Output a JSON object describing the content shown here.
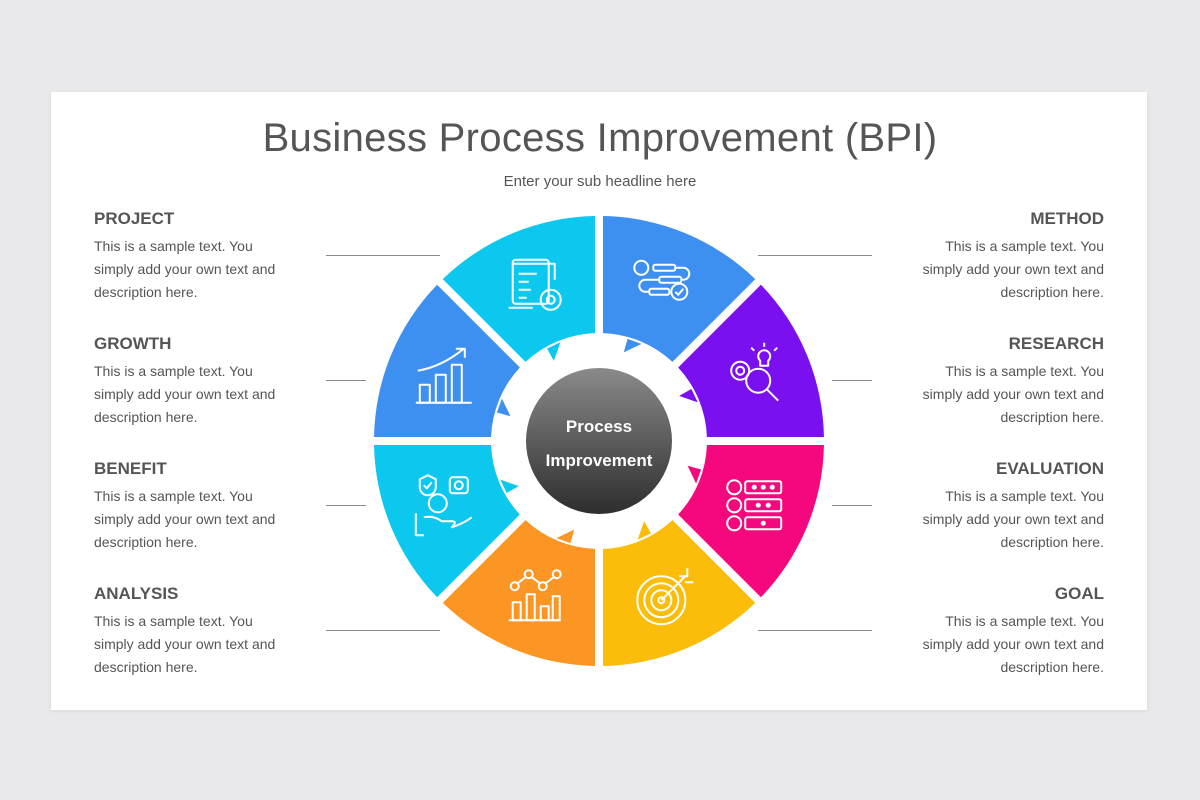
{
  "title": "Business Process Improvement (BPI)",
  "subtitle": "Enter your sub headline here",
  "center": {
    "line1": "Process",
    "line2": "Improvement"
  },
  "left_items": [
    {
      "heading": "PROJECT",
      "body": "This is a sample text. You simply add your own text and description here."
    },
    {
      "heading": "GROWTH",
      "body": "This is a sample text. You simply add your own text and description here."
    },
    {
      "heading": "BENEFIT",
      "body": "This is a sample text. You simply add your own text and description here."
    },
    {
      "heading": "ANALYSIS",
      "body": "This is a sample text. You simply add your own text and description here."
    }
  ],
  "right_items": [
    {
      "heading": "METHOD",
      "body": "This is a sample text. You simply add your own text and description here."
    },
    {
      "heading": "RESEARCH",
      "body": "This is a sample text. You simply add your own text and description here."
    },
    {
      "heading": "EVALUATION",
      "body": "This is a sample text. You simply add your own text and description here."
    },
    {
      "heading": "GOAL",
      "body": "This is a sample text. You simply add your own text and description here."
    }
  ],
  "segments": [
    {
      "name": "method",
      "color": "#3d8ff0",
      "icon": "workflow-icon"
    },
    {
      "name": "research",
      "color": "#7a0fef",
      "icon": "gear-magnifier-icon"
    },
    {
      "name": "evaluation",
      "color": "#f5077e",
      "icon": "rating-icon"
    },
    {
      "name": "goal",
      "color": "#fbbd0a",
      "icon": "target-icon"
    },
    {
      "name": "analysis",
      "color": "#fb9624",
      "icon": "analytics-chart-icon"
    },
    {
      "name": "benefit",
      "color": "#0cc8ef",
      "icon": "money-hand-icon"
    },
    {
      "name": "growth",
      "color": "#3d8ff0",
      "icon": "growth-chart-icon"
    },
    {
      "name": "project",
      "color": "#0cc8ef",
      "icon": "project-plan-icon"
    }
  ]
}
